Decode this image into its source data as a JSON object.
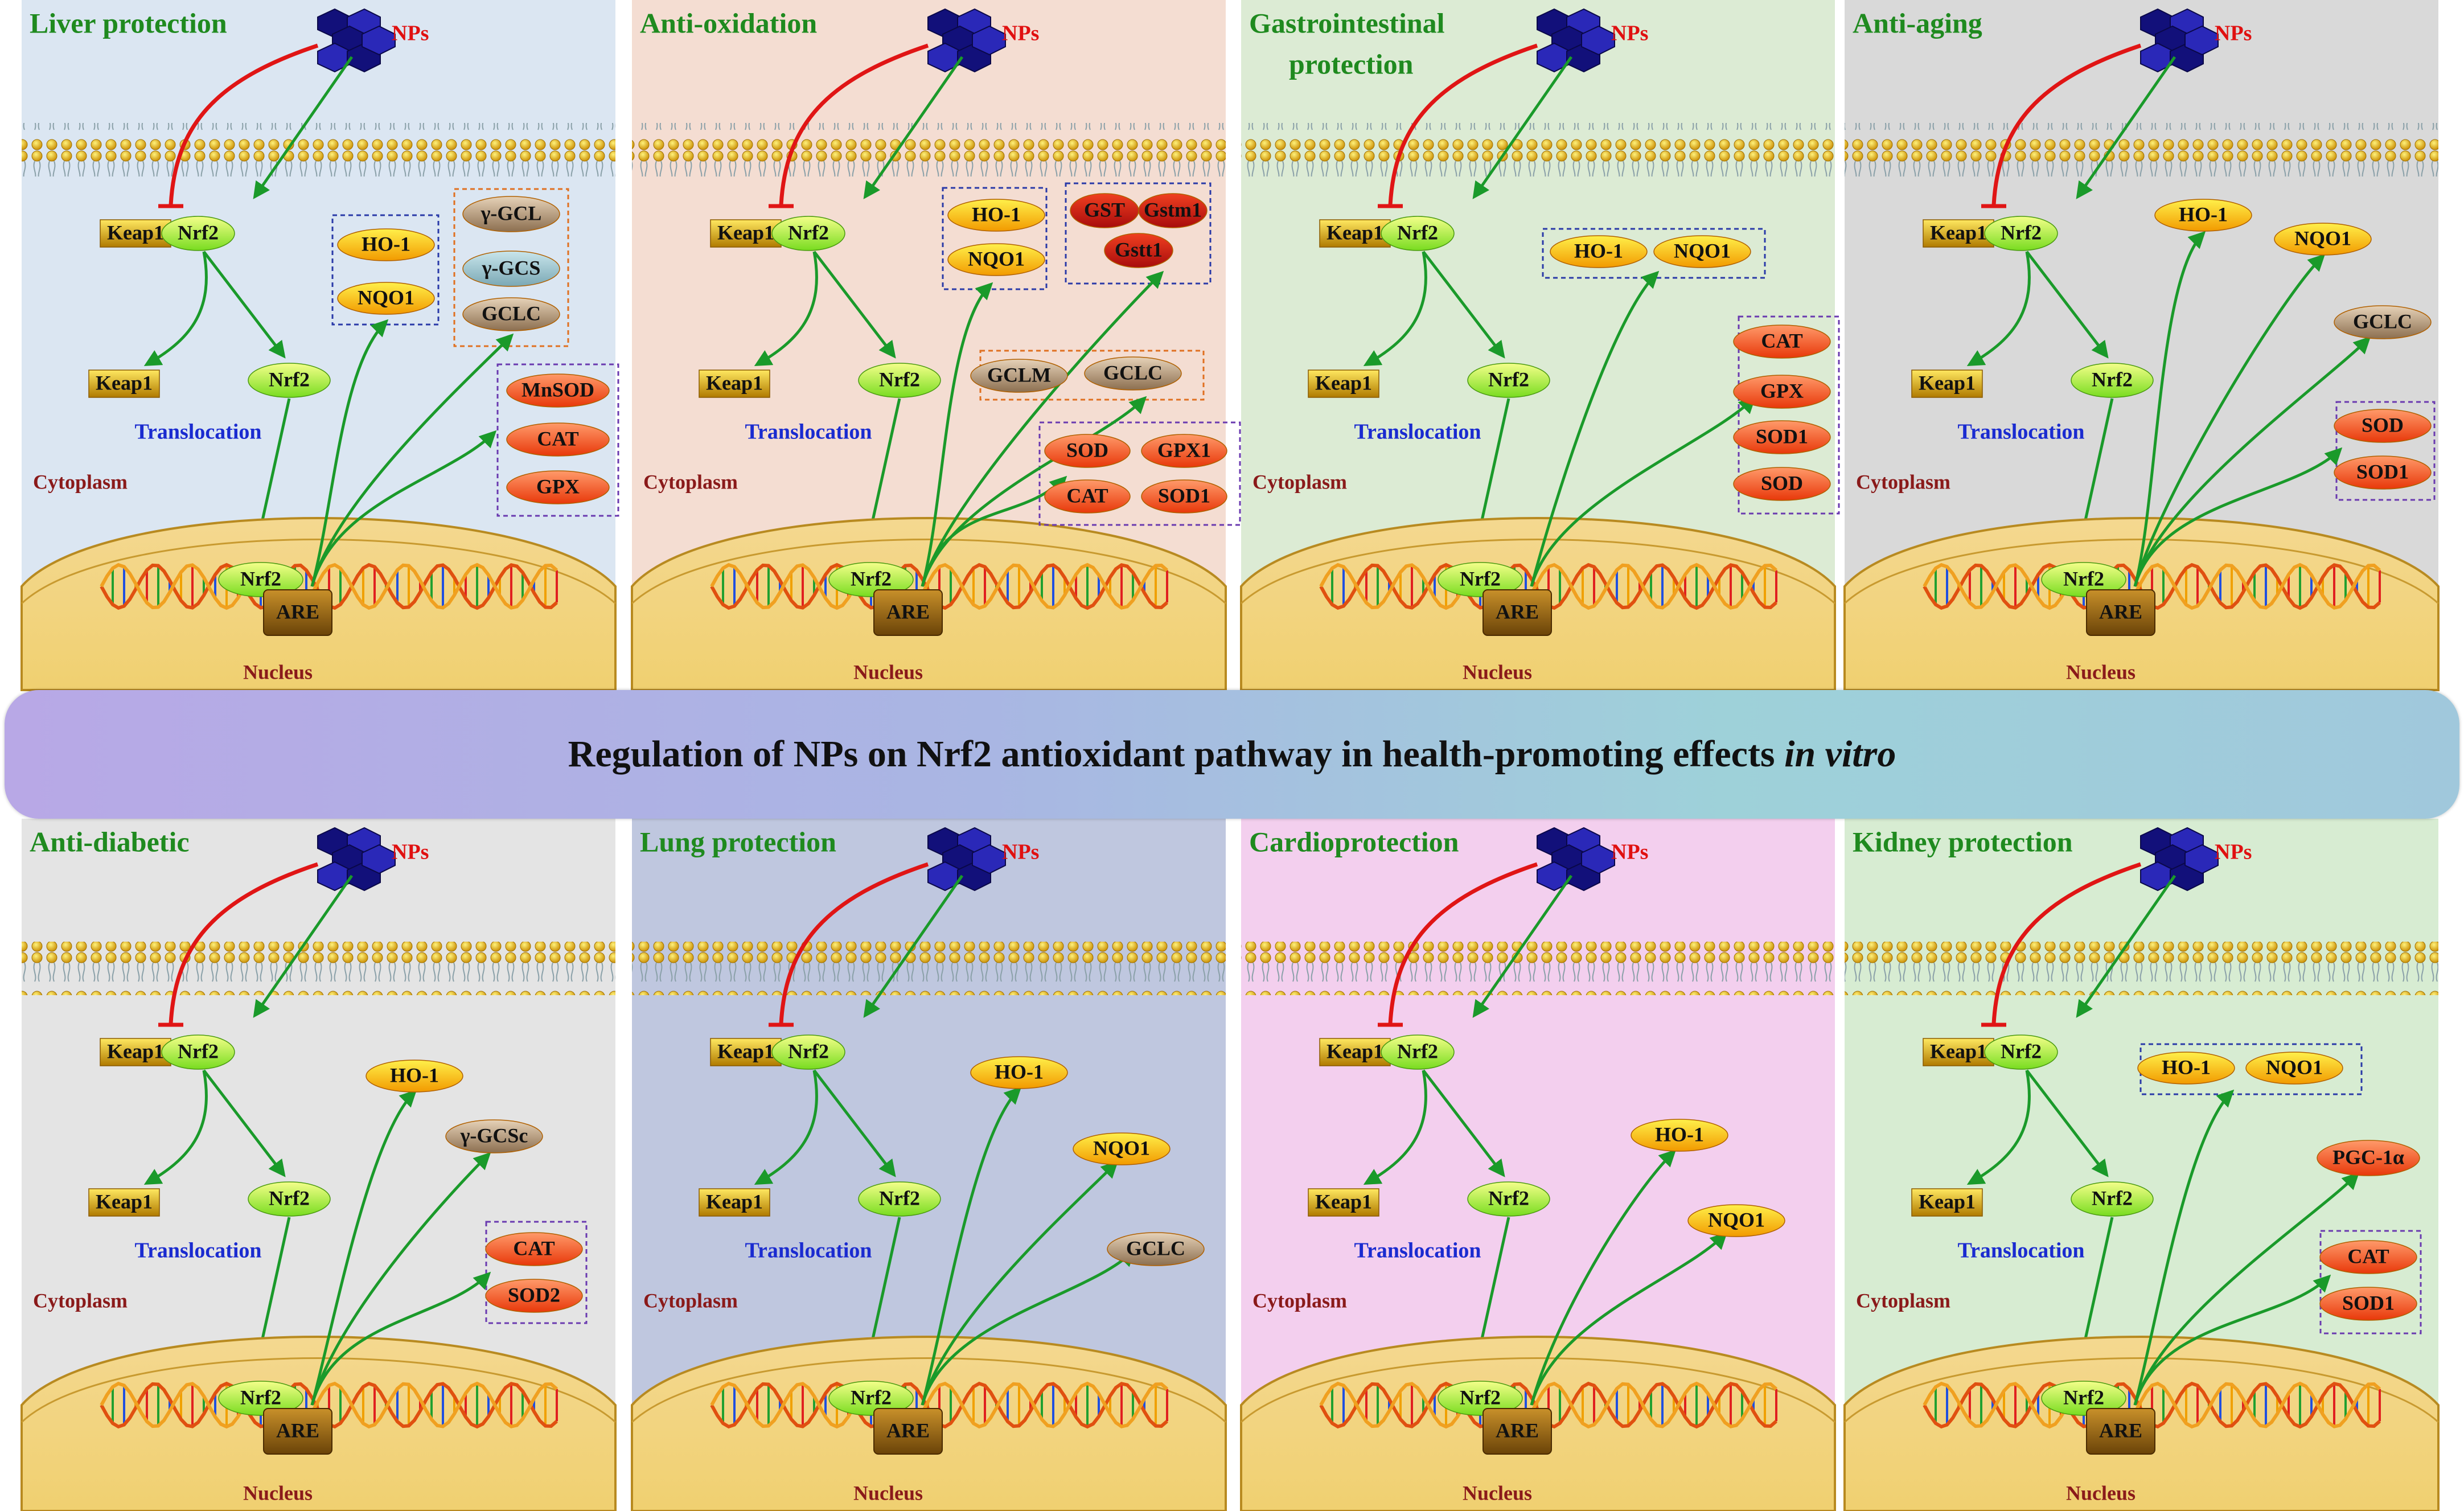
{
  "banner": {
    "title": "Regulation of NPs on Nrf2 antioxidant pathway in health-promoting effects",
    "title_italic": "in vitro"
  },
  "common_labels": {
    "nps": "NPs",
    "keap1": "Keap1",
    "nrf2": "Nrf2",
    "translocation": "Translocation",
    "cytoplasm": "Cytoplasm",
    "are": "ARE",
    "nucleus": "Nucleus"
  },
  "panels": [
    {
      "title_lines": [
        "Liver protection"
      ],
      "background": "#dbe6f2",
      "targets": [
        {
          "label": "HO-1",
          "color": "yellow"
        },
        {
          "label": "NQO1",
          "color": "yellow"
        },
        {
          "label": "γ-GCL",
          "color": "brown"
        },
        {
          "label": "γ-GCS",
          "color": "teal"
        },
        {
          "label": "GCLC",
          "color": "brown"
        },
        {
          "label": "MnSOD",
          "color": "orange"
        },
        {
          "label": "CAT",
          "color": "orange"
        },
        {
          "label": "GPX",
          "color": "orange"
        }
      ]
    },
    {
      "title_lines": [
        "Anti-oxidation"
      ],
      "background": "#f4ddd2",
      "targets": [
        {
          "label": "HO-1",
          "color": "yellow"
        },
        {
          "label": "NQO1",
          "color": "yellow"
        },
        {
          "label": "GST",
          "color": "red"
        },
        {
          "label": "Gstm1",
          "color": "red"
        },
        {
          "label": "Gstt1",
          "color": "red"
        },
        {
          "label": "GCLM",
          "color": "brown"
        },
        {
          "label": "GCLC",
          "color": "brown"
        },
        {
          "label": "SOD",
          "color": "orange"
        },
        {
          "label": "GPX1",
          "color": "orange"
        },
        {
          "label": "CAT",
          "color": "orange"
        },
        {
          "label": "SOD1",
          "color": "orange"
        }
      ]
    },
    {
      "title_lines": [
        "Gastrointestinal",
        "protection"
      ],
      "background": "#dcebd4",
      "targets": [
        {
          "label": "HO-1",
          "color": "yellow"
        },
        {
          "label": "NQO1",
          "color": "yellow"
        },
        {
          "label": "CAT",
          "color": "orange"
        },
        {
          "label": "GPX",
          "color": "orange"
        },
        {
          "label": "SOD1",
          "color": "orange"
        },
        {
          "label": "SOD",
          "color": "orange"
        }
      ]
    },
    {
      "title_lines": [
        "Anti-aging"
      ],
      "background": "#d9d9d9",
      "targets": [
        {
          "label": "HO-1",
          "color": "yellow"
        },
        {
          "label": "NQO1",
          "color": "yellow"
        },
        {
          "label": "GCLC",
          "color": "brown"
        },
        {
          "label": "SOD",
          "color": "orange"
        },
        {
          "label": "SOD1",
          "color": "orange"
        }
      ]
    },
    {
      "title_lines": [
        "Anti-diabetic"
      ],
      "background": "#e4e4e4",
      "targets": [
        {
          "label": "HO-1",
          "color": "yellow"
        },
        {
          "label": "γ-GCSc",
          "color": "brown"
        },
        {
          "label": "CAT",
          "color": "orange"
        },
        {
          "label": "SOD2",
          "color": "orange"
        }
      ]
    },
    {
      "title_lines": [
        "Lung protection"
      ],
      "background": "#bfc7df",
      "targets": [
        {
          "label": "HO-1",
          "color": "yellow"
        },
        {
          "label": "NQO1",
          "color": "yellow"
        },
        {
          "label": "GCLC",
          "color": "brown"
        }
      ]
    },
    {
      "title_lines": [
        "Cardioprotection"
      ],
      "background": "#f3cfee",
      "targets": [
        {
          "label": "HO-1",
          "color": "yellow"
        },
        {
          "label": "NQO1",
          "color": "yellow"
        }
      ]
    },
    {
      "title_lines": [
        "Kidney protection"
      ],
      "background": "#d7ecd2",
      "targets": [
        {
          "label": "HO-1",
          "color": "yellow"
        },
        {
          "label": "NQO1",
          "color": "yellow"
        },
        {
          "label": "PGC-1α",
          "color": "orange"
        },
        {
          "label": "CAT",
          "color": "orange"
        },
        {
          "label": "SOD1",
          "color": "orange"
        }
      ]
    }
  ]
}
